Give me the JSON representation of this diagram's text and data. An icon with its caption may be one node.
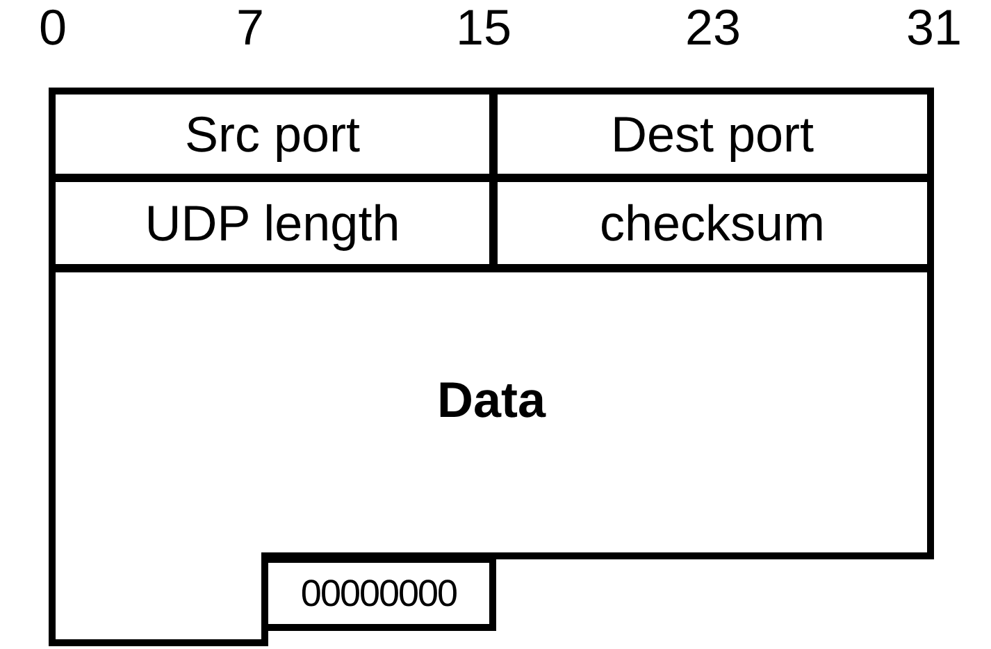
{
  "diagram": {
    "nodes": [
      {
        "text": [
          "Src port"
        ]
      },
      {
        "text": [
          "Dest port"
        ]
      },
      {
        "text": [
          "UDP length"
        ]
      },
      {
        "text": [
          "checksum"
        ]
      },
      {
        "text": [
          "Data"
        ]
      },
      {
        "text": [
          "00000000"
        ]
      }
    ],
    "labels": [
      "0",
      "7",
      "15",
      "23",
      "31"
    ]
  }
}
